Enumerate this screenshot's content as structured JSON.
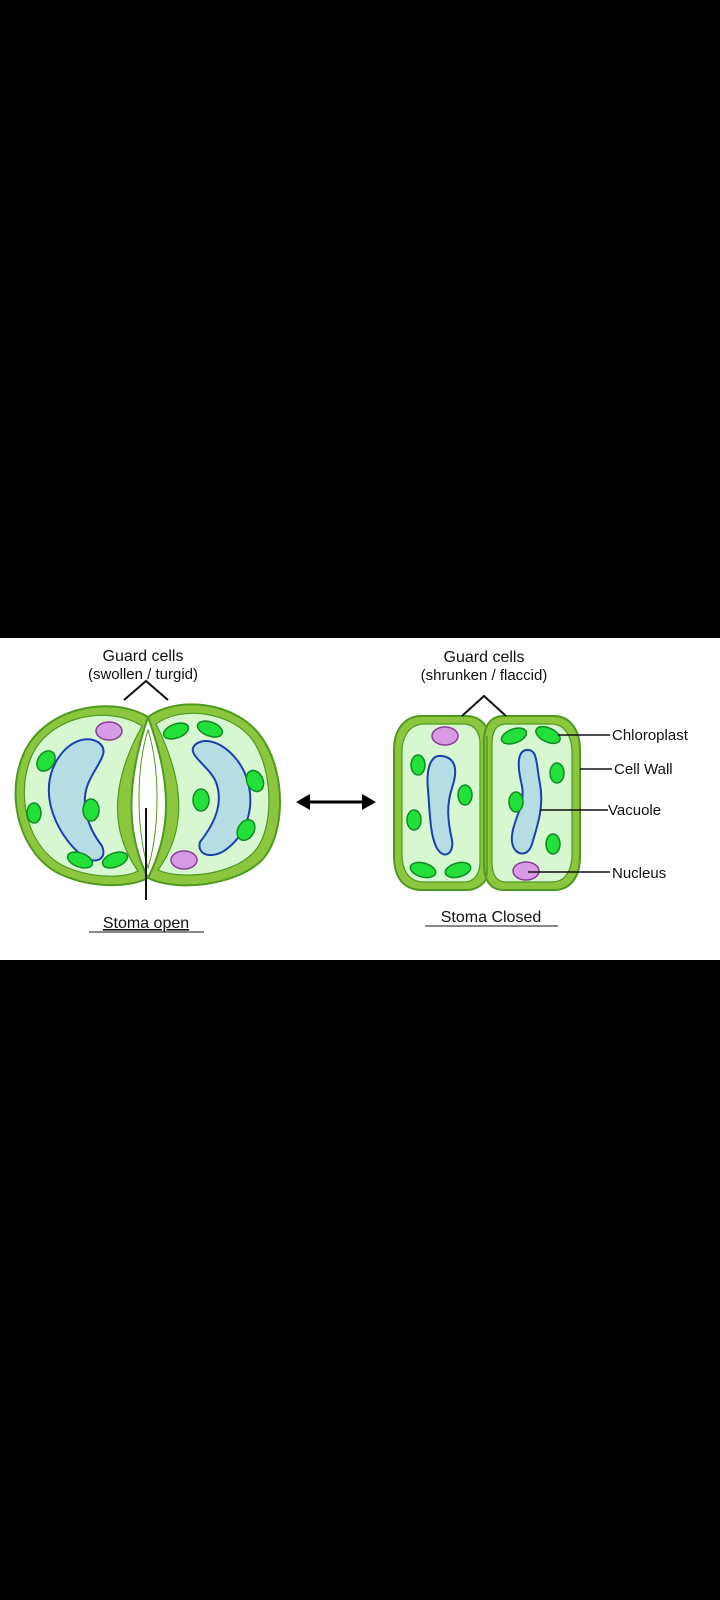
{
  "diagram": {
    "open": {
      "heading": "Guard cells",
      "subheading": "(swollen / turgid)",
      "caption": "Stoma open"
    },
    "closed": {
      "heading": "Guard cells",
      "subheading": "(shrunken / flaccid)",
      "caption": "Stoma Closed"
    },
    "labels": {
      "chloroplast": "Chloroplast",
      "cell_wall": "Cell Wall",
      "vacuole": "Vacuole",
      "nucleus": "Nucleus"
    }
  },
  "colors": {
    "background": "#000000",
    "panel": "#ffffff",
    "cell_wall": "#8cc63f",
    "wall_outline": "#4e9a1e",
    "cytoplasm": "#d7f7d0",
    "vacuole": "#b5dde3",
    "vacuole_outline": "#1b3fb0",
    "chloroplast": "#22e03a",
    "chloroplast_outline": "#128a22",
    "nucleus": "#d89be8",
    "nucleus_outline": "#8a3c9a"
  }
}
